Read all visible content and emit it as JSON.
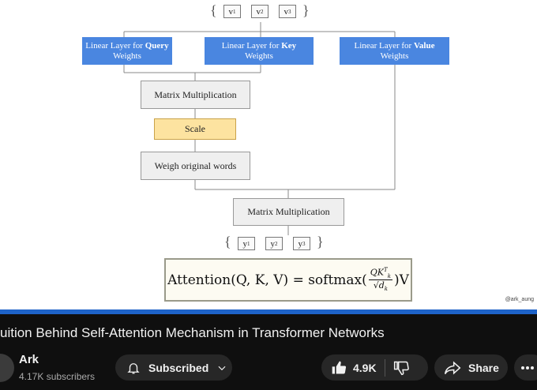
{
  "diagram": {
    "inputs": [
      "v",
      "v",
      "v"
    ],
    "input_subscripts": [
      "1",
      "2",
      "3"
    ],
    "query_layer": {
      "text": "Linear Layer for ",
      "bold": "Query",
      "line2": "Weights"
    },
    "key_layer": {
      "text": "Linear Layer for ",
      "bold": "Key",
      "line2": "Weights"
    },
    "value_layer": {
      "text": "Linear Layer for ",
      "bold": "Value",
      "line2": "Weights"
    },
    "matmul_top": "Matrix Multiplication",
    "scale": "Scale",
    "weigh": "Weigh original words",
    "matmul_bottom": "Matrix Multiplication",
    "outputs": [
      "y",
      "y",
      "y"
    ],
    "output_subscripts": [
      "1",
      "2",
      "3"
    ],
    "formula": {
      "left": "Attention(Q, K, V) = softmax(",
      "numerator": "QK",
      "numerator_sup": "T",
      "numerator_sub": "k",
      "denominator": "√d",
      "denominator_sub": "k",
      "right": ")V"
    },
    "credit": "@ark_aung"
  },
  "video": {
    "title": "uition Behind Self-Attention Mechanism in Transformer Networks",
    "channel": "Ark",
    "subscribers": "4.17K subscribers",
    "subscribe_label": "Subscribed",
    "likes": "4.9K",
    "share_label": "Share"
  },
  "colors": {
    "accent": "#1e63c8",
    "layer_blue": "#4a86e0",
    "scale_yellow": "#fde3a0"
  }
}
